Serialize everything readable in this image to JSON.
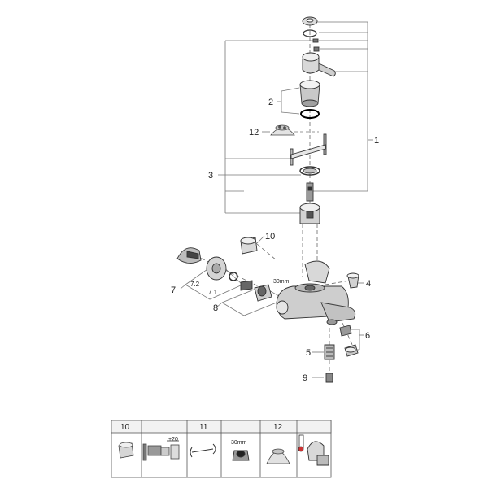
{
  "diagram": {
    "callouts": {
      "c1": "1",
      "c2": "2",
      "c3": "3",
      "c4": "4",
      "c5": "5",
      "c6": "6",
      "c7": "7",
      "c7_1": "7.1",
      "c7_2": "7.2",
      "c8": "8",
      "c9": "9",
      "c10": "10",
      "c12": "12",
      "size_30mm": "30mm"
    },
    "legend": {
      "h10": "10",
      "dim_20": "+20",
      "h11": "11",
      "size_30mm": "30mm",
      "h12": "12"
    }
  }
}
